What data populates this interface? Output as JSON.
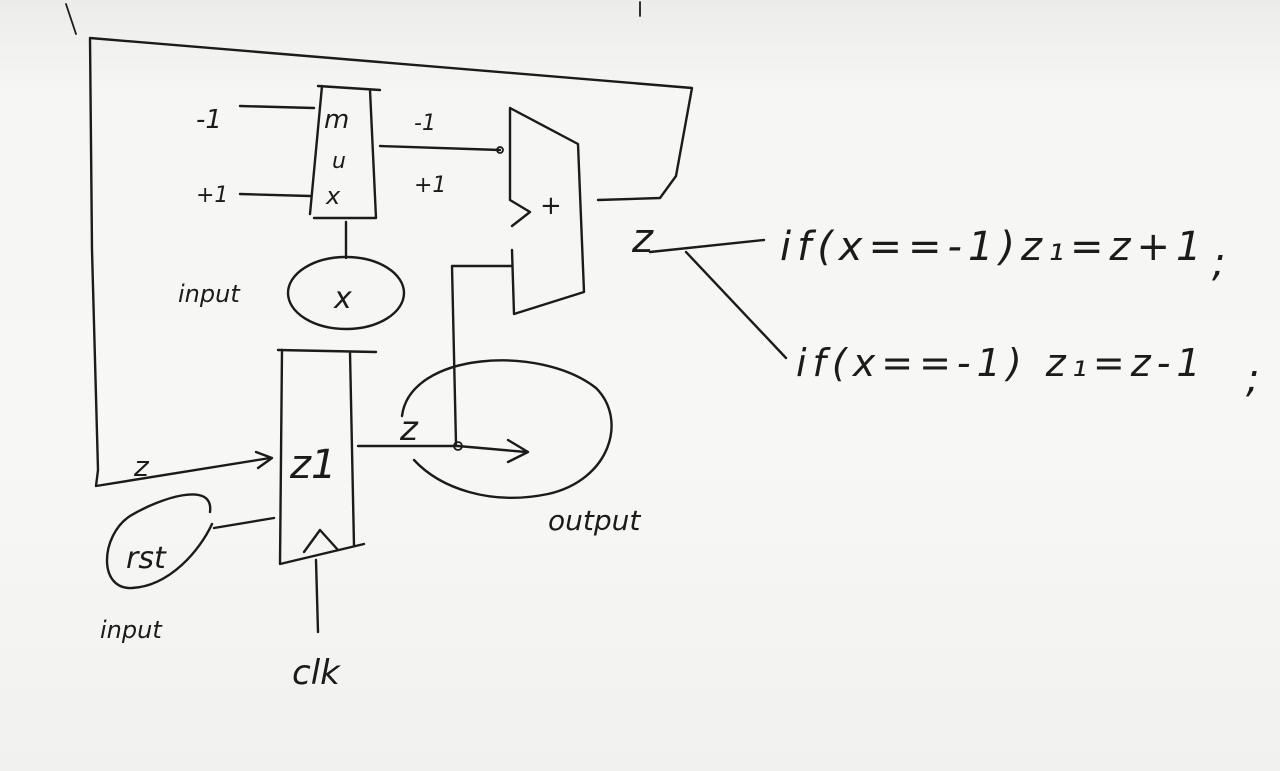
{
  "diagram": {
    "mux": {
      "inputs": [
        "-1",
        "+1"
      ],
      "label_top": "m",
      "label_mid": "u",
      "label_bottom": "x",
      "outputs": [
        "-1",
        "+1"
      ]
    },
    "select_input": {
      "label": "input",
      "name": "x"
    },
    "adder": {
      "symbol": "+"
    },
    "adder_output": "z",
    "register": {
      "name": "z1",
      "input": "z",
      "output": "z"
    },
    "reset": {
      "name": "rst",
      "label": "input"
    },
    "clock": "clk",
    "output_label": "output",
    "equations": [
      {
        "text": "if(x==-1)z₁=z+1",
        "end": ";"
      },
      {
        "text": "if(x==-1) z₁=z-1",
        "end": ";"
      }
    ]
  }
}
